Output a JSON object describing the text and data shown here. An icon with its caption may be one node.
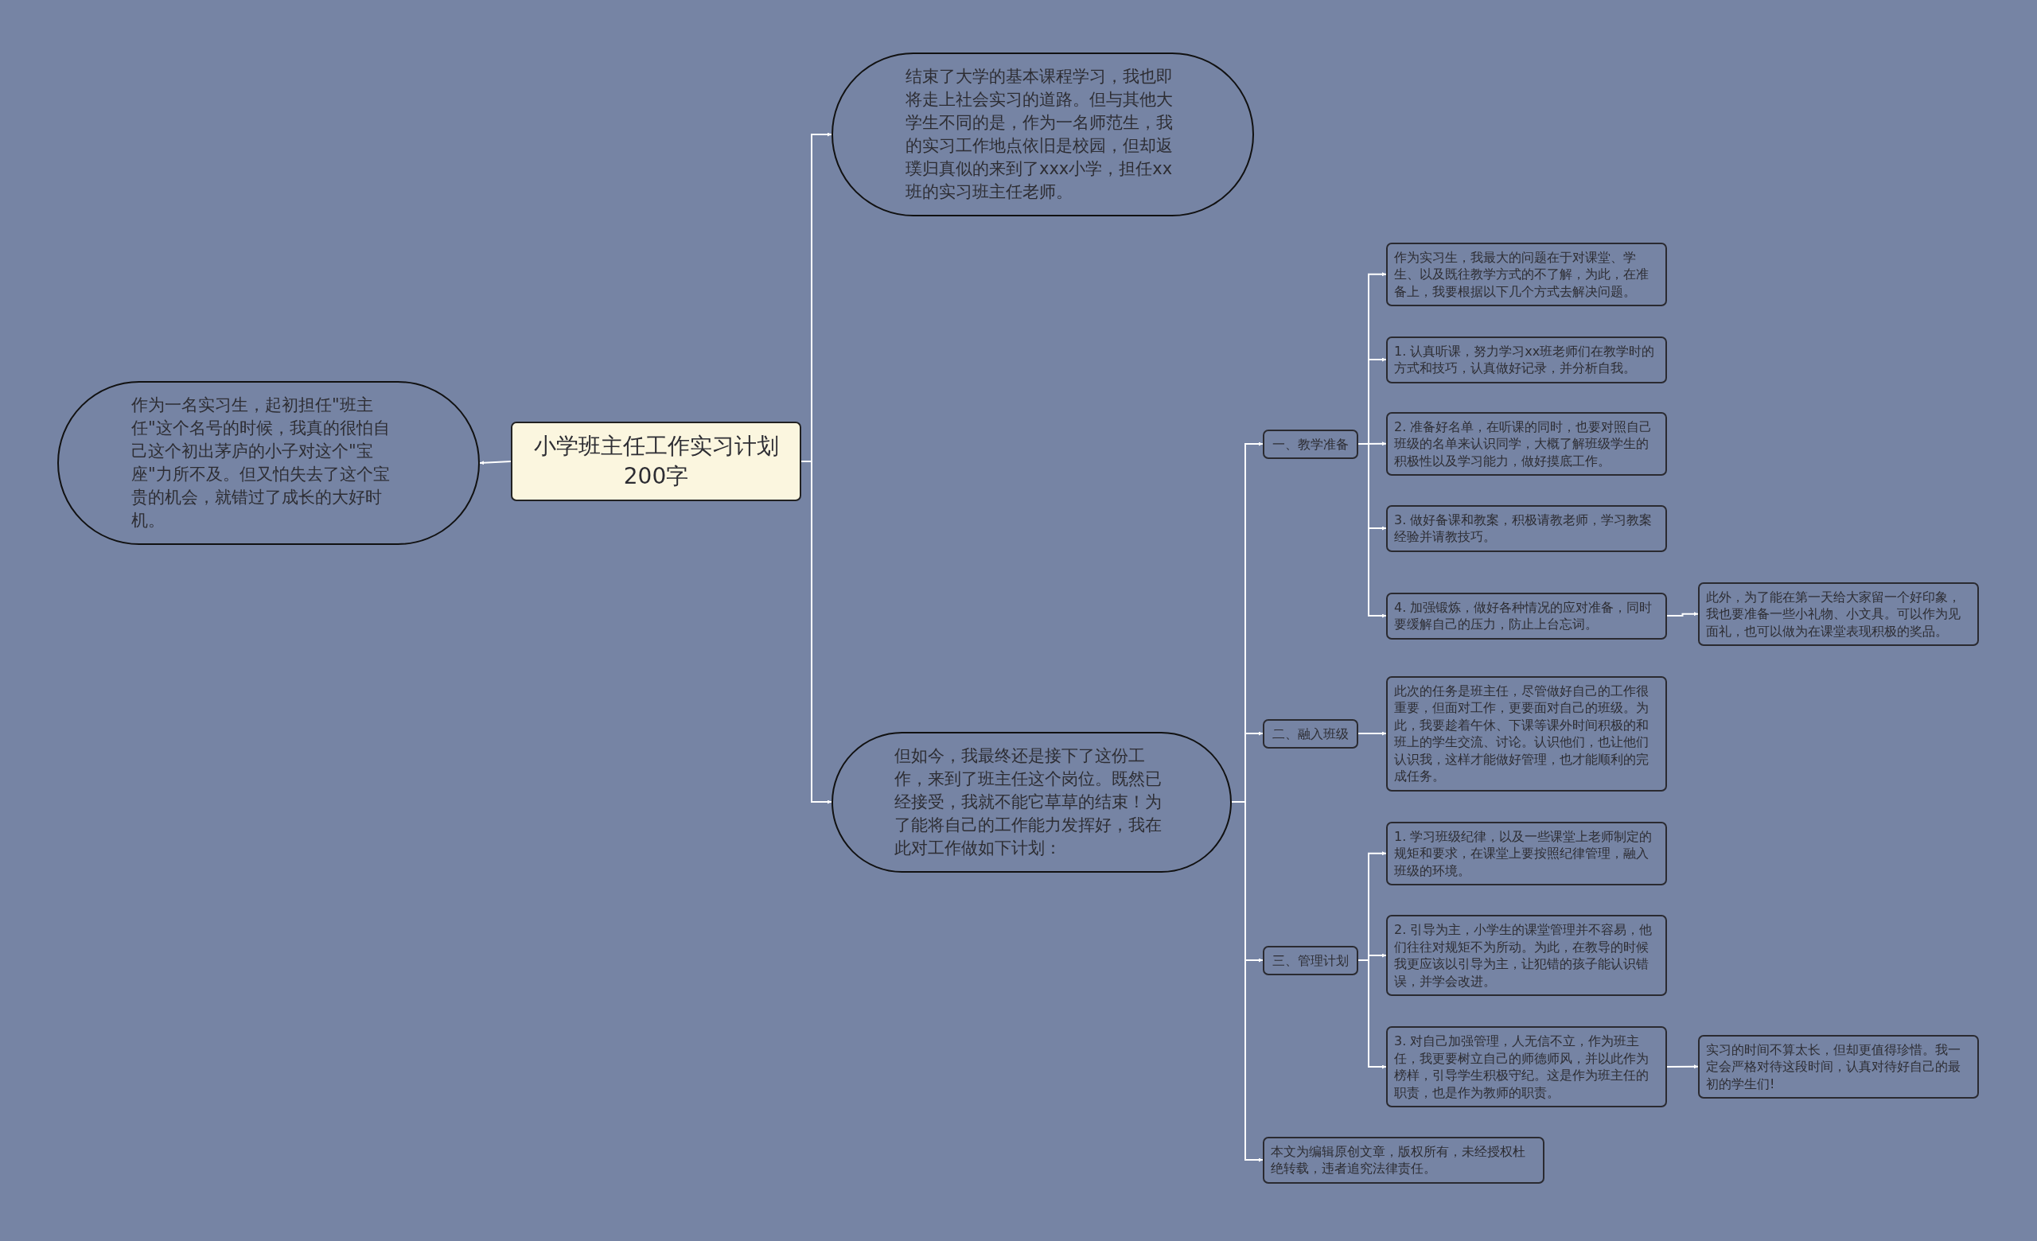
{
  "diagram": {
    "nodes": [
      {
        "text": [
          "小学班主任工作实习计划200字"
        ]
      },
      {
        "text": [
          "作为一名实习生，起初担任\"班主任\"这个名号的时候，我真的很怕自己这个初出茅庐的小子对这个\"宝座\"力所不及。但又怕失去了这个宝贵的机会，就错过了成长的大好时机。"
        ]
      },
      {
        "text": [
          "结束了大学的基本课程学习，我也即将走上社会实习的道路。但与其他大学生不同的是，作为一名师范生，我的实习工作地点依旧是校园，但却返璞归真似的来到了xxx小学，担任xx班的实习班主任老师。"
        ]
      },
      {
        "text": [
          "但如今，我最终还是接下了这份工作，来到了班主任这个岗位。既然已经接受，我就不能它草草的结束！为了能将自己的工作能力发挥好，我在此对工作做如下计划："
        ]
      },
      {
        "text": [
          "一、教学准备"
        ]
      },
      {
        "text": [
          "作为实习生，我最大的问题在于对课堂、学生、以及既往教学方式的不了解，为此，在准备上，我要根据以下几个方式去解决问题。"
        ]
      },
      {
        "text": [
          "1. 认真听课，努力学习xx班老师们在教学时的方式和技巧，认真做好记录，并分析自我。"
        ]
      },
      {
        "text": [
          "2. 准备好名单，在听课的同时，也要对照自己班级的名单来认识同学，大概了解班级学生的积极性以及学习能力，做好摸底工作。"
        ]
      },
      {
        "text": [
          "3. 做好备课和教案，积极请教老师，学习教案经验并请教技巧。"
        ]
      },
      {
        "text": [
          "4. 加强锻炼，做好各种情况的应对准备，同时要缓解自己的压力，防止上台忘词。"
        ]
      },
      {
        "text": [
          "此外，为了能在第一天给大家留一个好印象，我也要准备一些小礼物、小文具。可以作为见面礼，也可以做为在课堂表现积极的奖品。"
        ]
      },
      {
        "text": [
          "二、融入班级"
        ]
      },
      {
        "text": [
          "此次的任务是班主任，尽管做好自己的工作很重要，但面对工作，更要面对自己的班级。为此，我要趁着午休、下课等课外时间积极的和班上的学生交流、讨论。认识他们，也让他们认识我，这样才能做好管理，也才能顺利的完成任务。"
        ]
      },
      {
        "text": [
          "三、管理计划"
        ]
      },
      {
        "text": [
          "1. 学习班级纪律，以及一些课堂上老师制定的规矩和要求，在课堂上要按照纪律管理，融入班级的环境。"
        ]
      },
      {
        "text": [
          "2. 引导为主，小学生的课堂管理并不容易，他们往往对规矩不为所动。为此，在教导的时候我更应该以引导为主，让犯错的孩子能认识错误，并学会改进。"
        ]
      },
      {
        "text": [
          "3. 对自己加强管理，人无信不立，作为班主任，我更要树立自己的师德师风，并以此作为榜样，引导学生积极守纪。这是作为班主任的职责，也是作为教师的职责。"
        ]
      },
      {
        "text": [
          "实习的时间不算太长，但却更值得珍惜。我一定会严格对待这段时间，认真对待好自己的最初的学生们!"
        ]
      },
      {
        "text": [
          "本文为编辑原创文章，版权所有，未经授权杜绝转载，违者追究法律责任。"
        ]
      }
    ],
    "edges": [
      {
        "from": 0,
        "to": 1,
        "arrow": "to"
      },
      {
        "from": 0,
        "to": 2,
        "arrow": "to"
      },
      {
        "from": 0,
        "to": 3,
        "arrow": "to"
      },
      {
        "from": 3,
        "to": 4,
        "arrow": "to"
      },
      {
        "from": 3,
        "to": 11,
        "arrow": "to"
      },
      {
        "from": 3,
        "to": 13,
        "arrow": "to"
      },
      {
        "from": 3,
        "to": 18,
        "arrow": "to"
      },
      {
        "from": 4,
        "to": 5,
        "arrow": "to"
      },
      {
        "from": 4,
        "to": 6,
        "arrow": "to"
      },
      {
        "from": 4,
        "to": 7,
        "arrow": "to"
      },
      {
        "from": 4,
        "to": 8,
        "arrow": "to"
      },
      {
        "from": 4,
        "to": 9,
        "arrow": "to"
      },
      {
        "from": 9,
        "to": 10,
        "arrow": "to"
      },
      {
        "from": 11,
        "to": 12,
        "arrow": "to"
      },
      {
        "from": 13,
        "to": 14,
        "arrow": "to"
      },
      {
        "from": 13,
        "to": 15,
        "arrow": "to"
      },
      {
        "from": 13,
        "to": 16,
        "arrow": "to"
      },
      {
        "from": 16,
        "to": 17,
        "arrow": "to"
      }
    ]
  }
}
